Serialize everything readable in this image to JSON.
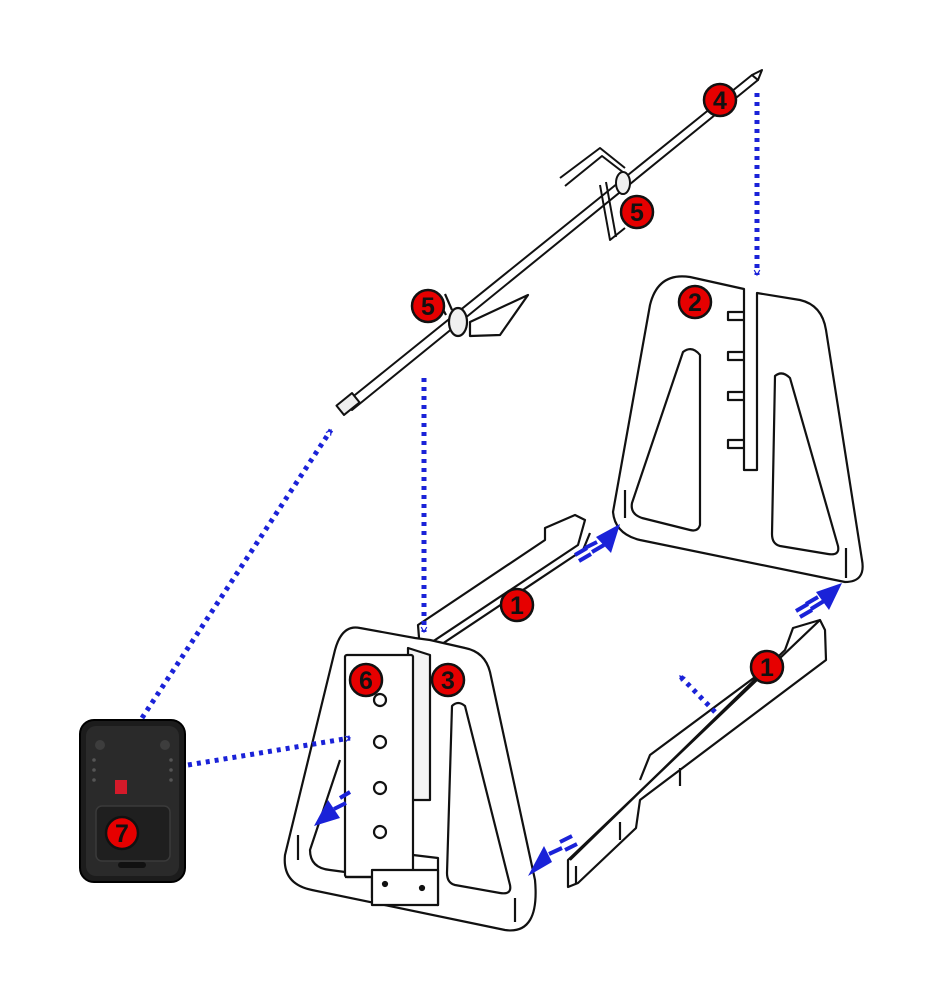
{
  "colors": {
    "background": "#ffffff",
    "outline": "#111111",
    "part_fill": "#ffffff",
    "arrow": "#1a22d8",
    "badge_fill": "#e60000",
    "badge_stroke": "#111111",
    "badge_text": "#111111",
    "box_body": "#1c1c1c",
    "box_switch": "#d41a2a"
  },
  "callouts": [
    {
      "id": "side-rail-top",
      "label": "1"
    },
    {
      "id": "side-rail-bottom",
      "label": "1"
    },
    {
      "id": "back-stand",
      "label": "2"
    },
    {
      "id": "front-stand-bracket",
      "label": "3"
    },
    {
      "id": "spit-rod",
      "label": "4"
    },
    {
      "id": "spit-fork-rear",
      "label": "5"
    },
    {
      "id": "spit-fork-front",
      "label": "5"
    },
    {
      "id": "motor-bracket",
      "label": "6"
    },
    {
      "id": "motor-box",
      "label": "7"
    }
  ],
  "arrows": [
    {
      "id": "motor-to-rod",
      "style": "dotted"
    },
    {
      "id": "motor-to-bracket",
      "style": "dotted"
    },
    {
      "id": "fork-down-to-front",
      "style": "dotted"
    },
    {
      "id": "rod-down-to-back",
      "style": "dotted"
    },
    {
      "id": "rail-snap-top-back",
      "style": "solid"
    },
    {
      "id": "rail-snap-bottom-back",
      "style": "solid"
    },
    {
      "id": "rail-snap-top-front",
      "style": "solid"
    },
    {
      "id": "rail-snap-bottom-front",
      "style": "solid"
    },
    {
      "id": "rail-lift",
      "style": "dotted"
    }
  ]
}
